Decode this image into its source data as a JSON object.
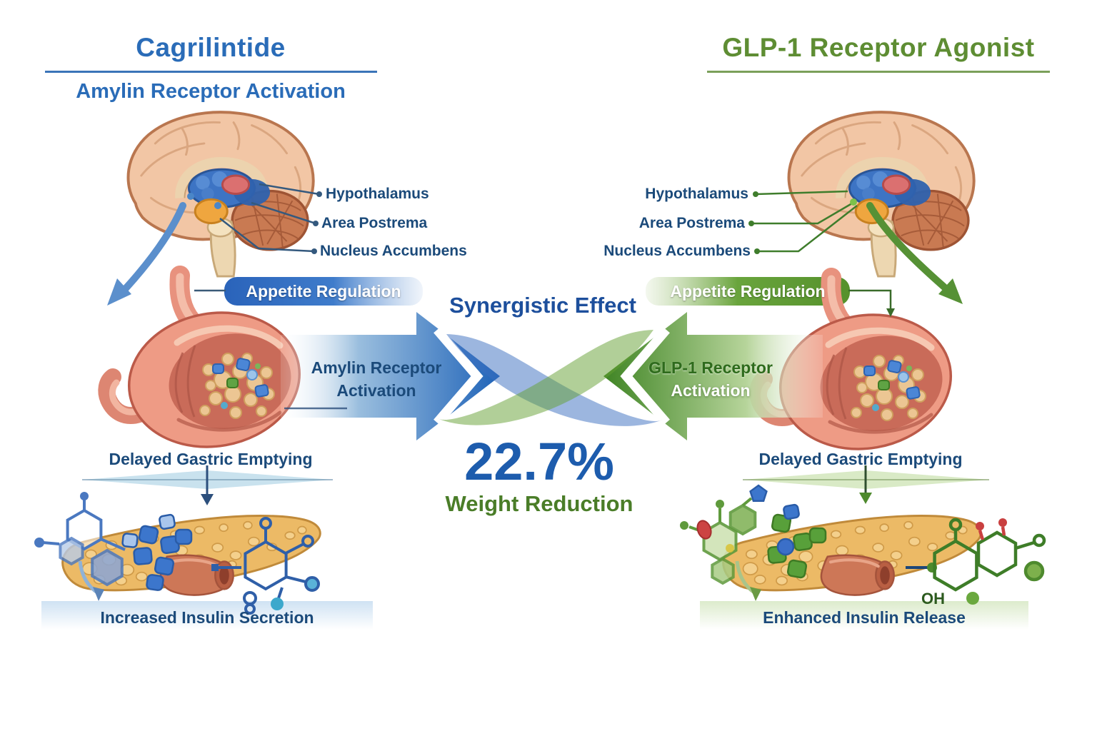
{
  "palette": {
    "title_blue": "#2a6cb8",
    "label_navy": "#1b4a7a",
    "title_green": "#5e8d33",
    "weight_green": "#4a7d28",
    "percent_blue": "#1d5cad",
    "banner_blue": "#2a63ba",
    "banner_green": "#55912c",
    "arrow_blue": "#1f63b8",
    "arrow_green": "#3f8424"
  },
  "left": {
    "title": "Cagrilintide",
    "subtitle": "Amylin Receptor Activation",
    "brain_labels": [
      "Hypothalamus",
      "Area Postrema",
      "Nucleus Accumbens"
    ],
    "banner_label": "Appetite Regulation",
    "arrow_line1": "Amylin Receptor",
    "arrow_line2": "Activation",
    "gastric_label": "Delayed Gastric Emptying",
    "insulin_label": "Increased Insulin Secretion"
  },
  "right": {
    "title": "GLP-1 Receptor Agonist",
    "brain_labels": [
      "Hypothalamus",
      "Area Postrema",
      "Nucleus Accumbens"
    ],
    "banner_label": "Appetite Regulation",
    "arrow_line1": "GLP-1 Receptor",
    "arrow_line2": "Activation",
    "gastric_label": "Delayed Gastric Emptying",
    "insulin_label": "Enhanced Insulin Release",
    "molecule_label": "OH"
  },
  "center": {
    "synergy_title": "Synergistic Effect",
    "percentage": "22.7%",
    "weight_label": "Weight Reduction"
  }
}
